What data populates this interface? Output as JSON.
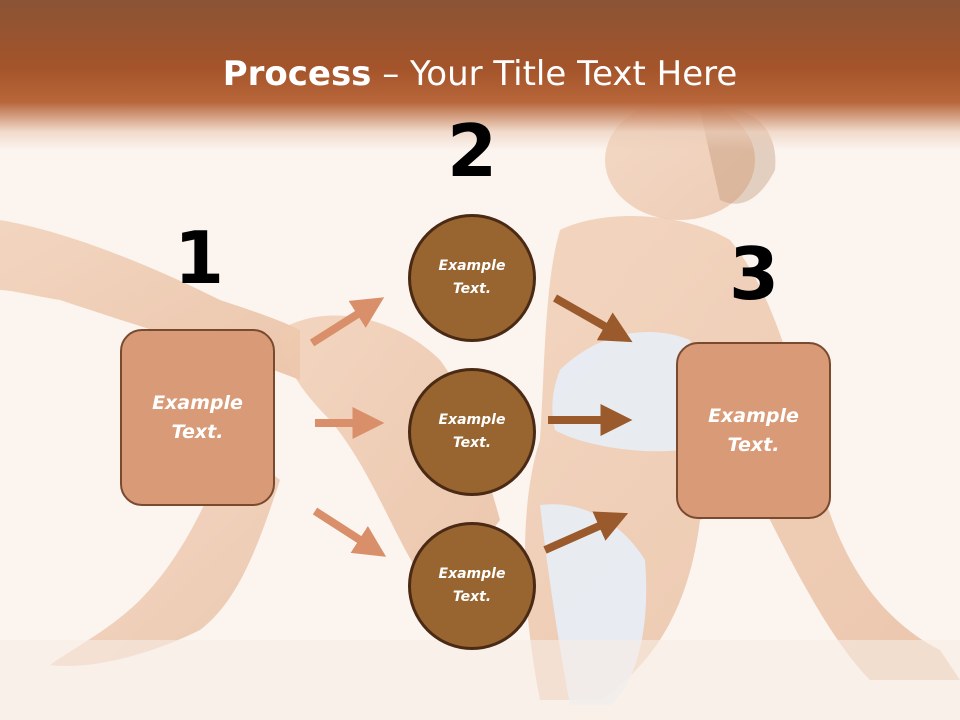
{
  "title": {
    "bold": "Process",
    "rest": " – Your Title Text Here"
  },
  "steps": [
    {
      "number": "1",
      "text": "Example\nText."
    },
    {
      "number": "2",
      "items": [
        "Example\nText.",
        "Example\nText.",
        "Example\nText."
      ]
    },
    {
      "number": "3",
      "text": "Example\nText."
    }
  ],
  "colors": {
    "header": "#a4542a",
    "box_fill": "#d99a77",
    "circle_fill": "#98642f",
    "arrow_light": "#d9906a",
    "arrow_dark": "#9a5a2c"
  }
}
